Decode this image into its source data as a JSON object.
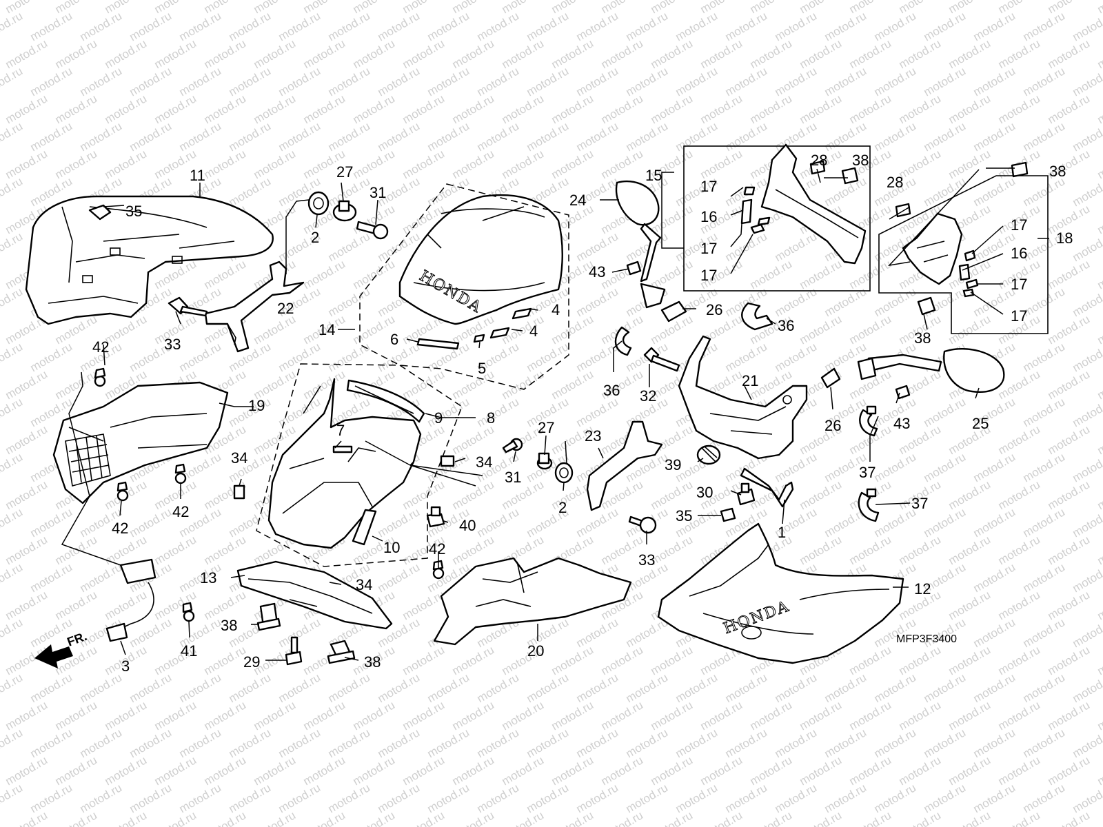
{
  "watermark": {
    "text": "motod.ru"
  },
  "diagram_code": "MFP3F3400",
  "front_marker": "FR.",
  "brand_marks": {
    "windscreen_logo": "HONDA",
    "cowl_logo": "HONDA"
  },
  "callouts": {
    "c1": "1",
    "c2a": "2",
    "c2b": "2",
    "c3": "3",
    "c4a": "4",
    "c4b": "4",
    "c5": "5",
    "c6": "6",
    "c7": "7",
    "c8": "8",
    "c9": "9",
    "c10": "10",
    "c11": "11",
    "c12": "12",
    "c13": "13",
    "c14": "14",
    "c15": "15",
    "c16a": "16",
    "c16b": "16",
    "c17a": "17",
    "c17b": "17",
    "c17c": "17",
    "c17d": "17",
    "c17e": "17",
    "c17f": "17",
    "c18": "18",
    "c19": "19",
    "c20": "20",
    "c21": "21",
    "c22": "22",
    "c23": "23",
    "c24": "24",
    "c25": "25",
    "c26a": "26",
    "c26b": "26",
    "c27a": "27",
    "c27b": "27",
    "c28a": "28",
    "c28b": "28",
    "c29": "29",
    "c30": "30",
    "c31a": "31",
    "c31b": "31",
    "c32": "32",
    "c33a": "33",
    "c33b": "33",
    "c34a": "34",
    "c34b": "34",
    "c34c": "34",
    "c35a": "35",
    "c35b": "35",
    "c36a": "36",
    "c36b": "36",
    "c37a": "37",
    "c37b": "37",
    "c38a": "38",
    "c38b": "38",
    "c38c": "38",
    "c38d": "38",
    "c38e": "38",
    "c39": "39",
    "c40": "40",
    "c41": "41",
    "c42a": "42",
    "c42b": "42",
    "c42c": "42",
    "c42d": "42",
    "c43a": "43",
    "c43b": "43"
  }
}
